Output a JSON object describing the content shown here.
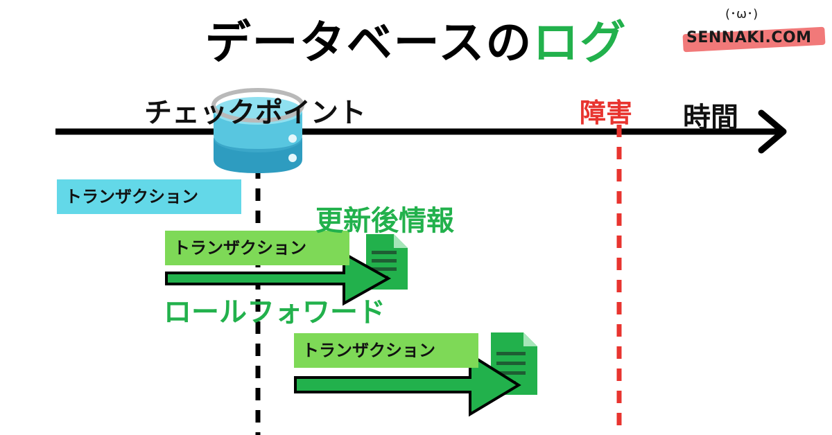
{
  "title": {
    "main": "データベースの",
    "accent": "ログ"
  },
  "brand": {
    "name": "SENNAKI.COM",
    "face": "(･ω･)"
  },
  "timeline": {
    "checkpoint_label": "チェックポイント",
    "fault_label": "障害",
    "time_label": "時間"
  },
  "transactions": [
    {
      "label": "トランザクション"
    },
    {
      "label": "トランザクション"
    },
    {
      "label": "トランザクション"
    }
  ],
  "after_image_label": "更新後情報",
  "rollforward_label": "ロールフォワード",
  "colors": {
    "accent_green": "#22b14c",
    "fault_red": "#e8342f",
    "tx_cyan": "#63d8e8",
    "tx_green": "#7ed957",
    "db_blue": "#3ba7c9"
  }
}
